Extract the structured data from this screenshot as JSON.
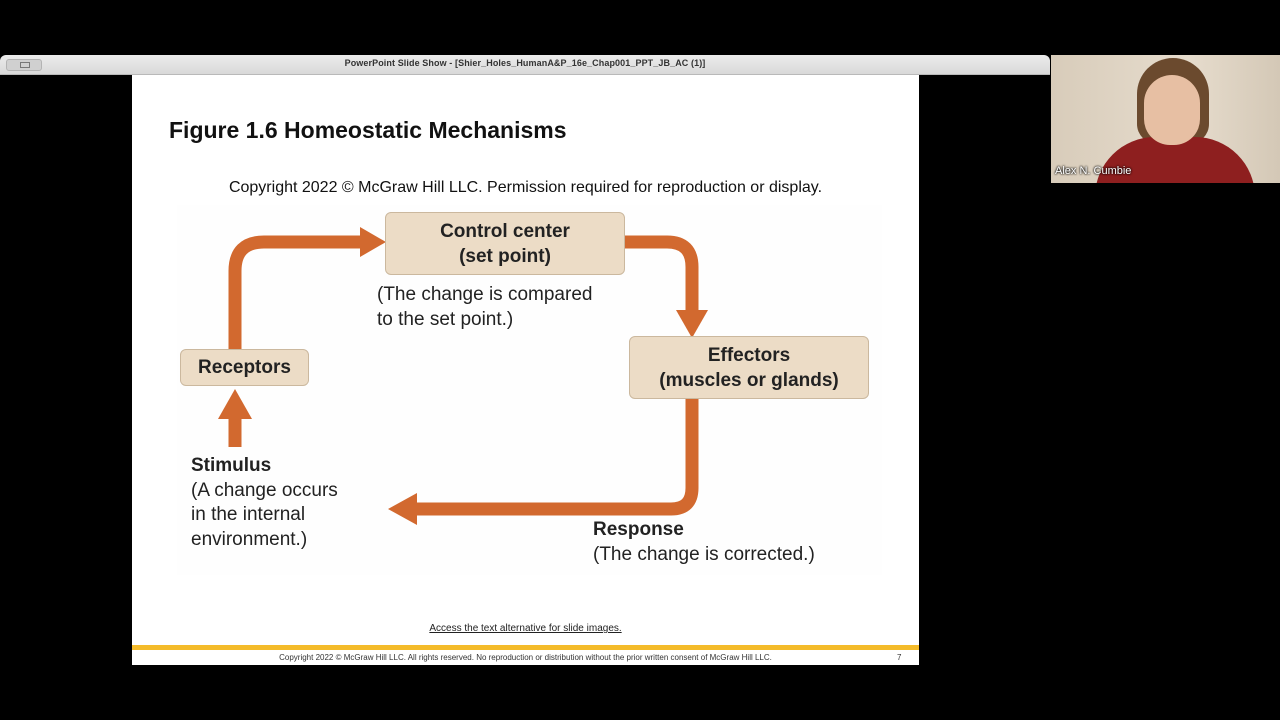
{
  "window": {
    "title": "PowerPoint Slide Show - [Shier_Holes_HumanA&P_16e_Chap001_PPT_JB_AC (1)]"
  },
  "slide": {
    "title": "Figure 1.6 Homeostatic Mechanisms",
    "copyright_top": "Copyright 2022 © McGraw Hill LLC. Permission required for reproduction or display.",
    "figure": {
      "control_center": {
        "line1": "Control center",
        "line2": "(set point)"
      },
      "control_center_note": {
        "line1": "(The change is compared",
        "line2": "to the set point.)"
      },
      "effectors": {
        "line1": "Effectors",
        "line2": "(muscles or glands)"
      },
      "receptors": "Receptors",
      "stimulus": {
        "label": "Stimulus",
        "line1": "(A change occurs",
        "line2": "in the internal",
        "line3": "environment.)"
      },
      "response": {
        "label": "Response",
        "line1": "(The change is corrected.)"
      },
      "colors": {
        "arrow": "#d2692f",
        "box_fill": "#ecdcc6"
      }
    },
    "text_alternative_link": "Access the text alternative for slide images.",
    "footer_copyright": "Copyright 2022 © McGraw Hill LLC. All rights reserved. No reproduction or distribution without the prior written consent of McGraw Hill LLC.",
    "slide_number": "7",
    "accent_color": "#f4bb2a"
  },
  "video": {
    "participant_name": "Alex N. Cumbie"
  }
}
